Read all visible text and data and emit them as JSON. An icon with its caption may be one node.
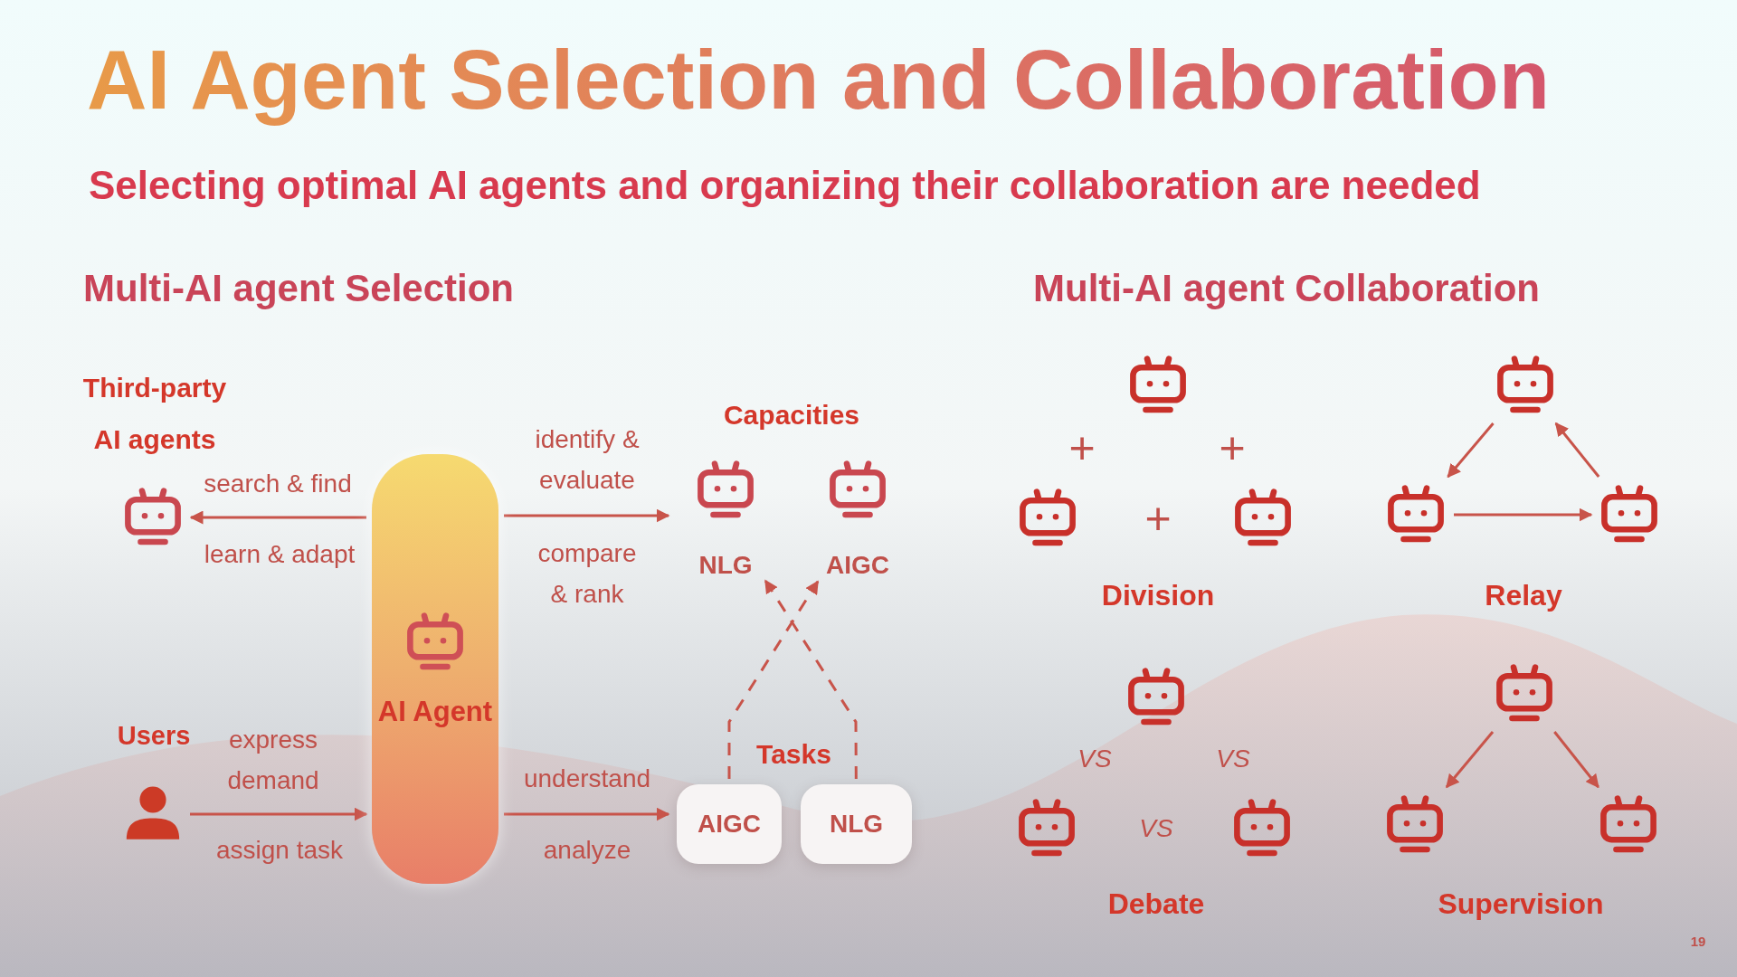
{
  "diagram": {
    "title": "AI Agent Selection and Collaboration",
    "caption": "Selecting optimal AI agents and organizing their collaboration are needed",
    "nodes": [
      {
        "text": [],
        "shape": "robot",
        "beside": [
          "Third-party AI agents"
        ]
      },
      {
        "text": [
          "AI Agent"
        ]
      },
      {
        "text": [],
        "shape": "person",
        "beside": [
          "Users"
        ]
      },
      {
        "text": [
          "Capacities"
        ]
      },
      {
        "text": [
          "NLG"
        ],
        "in": 3
      },
      {
        "text": [
          "AIGC"
        ],
        "in": 3
      },
      {
        "text": [
          "Tasks"
        ]
      },
      {
        "text": [
          "AIGC"
        ],
        "in": 6
      },
      {
        "text": [
          "NLG"
        ],
        "in": 6
      },
      {
        "text": [],
        "shape": "robot"
      },
      {
        "text": [],
        "shape": "robot"
      },
      {
        "text": [],
        "shape": "robot"
      },
      {
        "text": [],
        "shape": "robot"
      },
      {
        "text": [],
        "shape": "robot"
      },
      {
        "text": [],
        "shape": "robot"
      },
      {
        "text": [],
        "shape": "robot"
      },
      {
        "text": [],
        "shape": "robot"
      },
      {
        "text": [],
        "shape": "robot"
      },
      {
        "text": [],
        "shape": "robot"
      },
      {
        "text": [],
        "shape": "robot"
      },
      {
        "text": [],
        "shape": "robot"
      }
    ],
    "edges": [
      {
        "from": 1,
        "to": 0,
        "arrow": "to",
        "label": "search & find"
      },
      {
        "from": 2,
        "to": 1,
        "arrow": "to",
        "label": "express demand"
      },
      {
        "from": 1,
        "to": 3,
        "arrow": "to",
        "label": "identify & evaluate"
      },
      {
        "from": 1,
        "to": 6,
        "arrow": "to",
        "label": "understand"
      },
      {
        "from": 7,
        "to": 5,
        "arrow": "to",
        "style": "dashed"
      },
      {
        "from": 8,
        "to": 4,
        "arrow": "to",
        "style": "dashed"
      },
      {
        "from": 12,
        "to": 13,
        "arrow": "to"
      },
      {
        "from": 13,
        "to": 14,
        "arrow": "to"
      },
      {
        "from": 14,
        "to": 12,
        "arrow": "to"
      },
      {
        "from": 18,
        "to": 19,
        "arrow": "to"
      },
      {
        "from": 18,
        "to": 20,
        "arrow": "to"
      }
    ],
    "labels": [
      "Multi-AI agent Selection",
      "Multi-AI agent Collaboration",
      "+",
      "+",
      "learn & adapt",
      "compare & rank",
      "+",
      "Division",
      "Relay",
      "VS",
      "VS",
      "assign task",
      "analyze",
      "VS",
      "Debate",
      "Supervision",
      "19"
    ]
  }
}
